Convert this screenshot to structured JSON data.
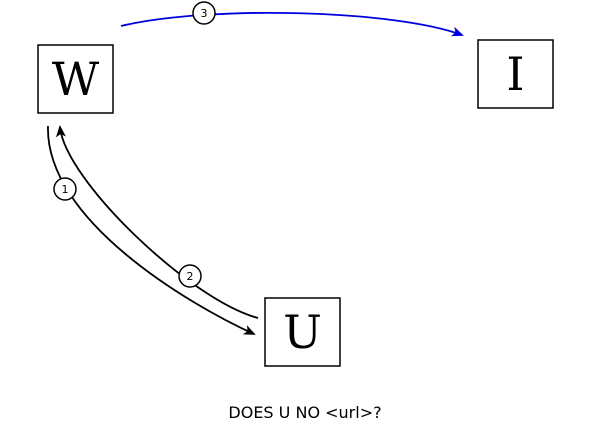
{
  "nodes": {
    "w": {
      "label": "W"
    },
    "i": {
      "label": "I"
    },
    "u": {
      "label": "U"
    }
  },
  "edges": {
    "w_to_u": {
      "label": "1",
      "color": "#000000"
    },
    "u_to_w": {
      "label": "2",
      "color": "#000000"
    },
    "w_to_i": {
      "label": "3",
      "color": "#0000dd"
    }
  },
  "caption": "DOES U NO <url>?"
}
